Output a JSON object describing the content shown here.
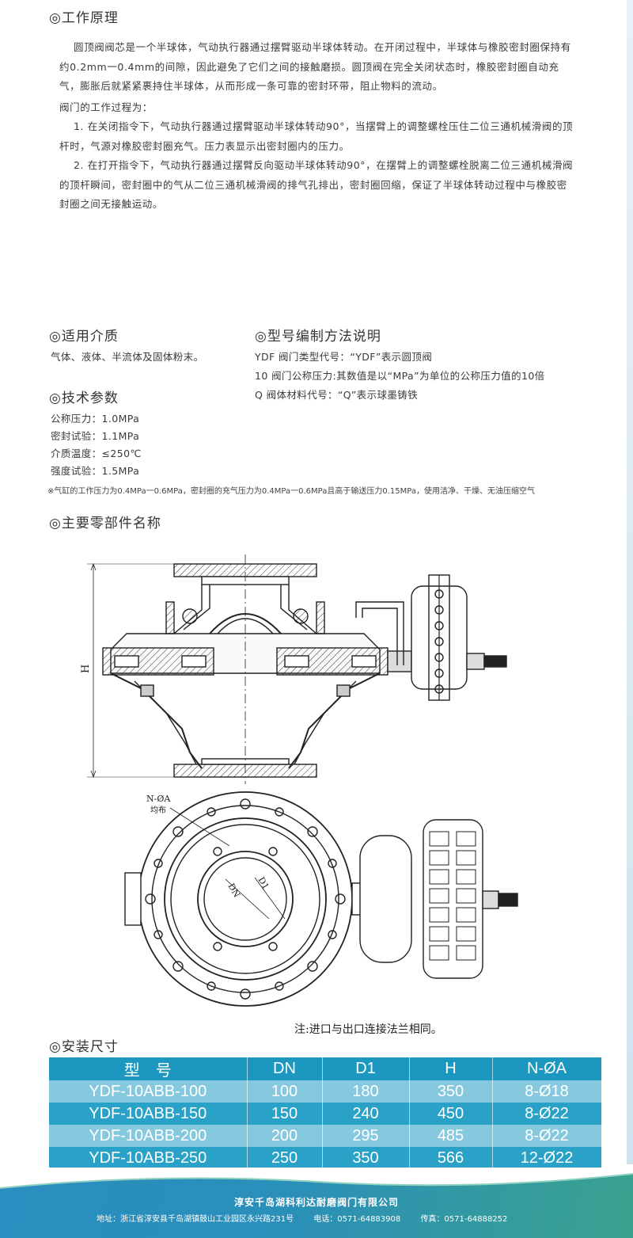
{
  "principle": {
    "title": "◎工作原理",
    "p1": "圆顶阀阀芯是一个半球体，气动执行器通过摆臂驱动半球体转动。在开闭过程中，半球体与橡胶密封圈保持有约0.2mm一0.4mm的间隙，因此避免了它们之间的接触磨损。圆顶阀在完全关闭状态时，橡胶密封圈自动充气，膨胀后就紧紧裹持住半球体，从而形成一条可靠的密封环带，阻止物料的流动。",
    "p2": "阀门的工作过程为：",
    "p3": "1. 在关闭指令下，气动执行器通过摆臂驱动半球体转动90°，当摆臂上的调整螺栓压住二位三通机械滑阀的顶杆时，气源对橡胶密封圈充气。压力表显示出密封圈内的压力。",
    "p4": "2. 在打开指令下，气动执行器通过摆臂反向驱动半球体转动90°，在摆臂上的调整螺栓脱离二位三通机械滑阀的顶杆瞬间，密封圈中的气从二位三通机械滑阀的排气孔排出，密封圈回缩，保证了半球体转动过程中与橡胶密封圈之间无接触运动。"
  },
  "medium": {
    "title": "◎适用介质",
    "text": "气体、液体、半流体及固体粉末。"
  },
  "model": {
    "title": "◎型号编制方法说明",
    "lines": [
      "YDF  阀门类型代号：“YDF”表示圆顶阀",
      "10    阀门公称压力:其数值是以“MPa”为单位的公称压力值的10倍",
      "Q     阀体材料代号：“Q”表示球墨铸铁"
    ]
  },
  "tech": {
    "title": "◎技术参数",
    "lines": [
      "公称压力：1.0MPa",
      "密封试验：1.1MPa",
      "介质温度：≤250℃",
      "强度试验：1.5MPa"
    ],
    "note": "※气缸的工作压力为0.4MPa一0.6MPa，密封圈的充气压力为0.4MPa一0.6MPa且高于输送压力0.15MPa，使用洁净、干燥、无油压缩空气"
  },
  "parts": {
    "title": "◎主要零部件名称",
    "label_h": "H",
    "label_n": "N-ØA",
    "label_even": "均布",
    "label_dn": "DN",
    "label_d1": "D1",
    "caption": "注:进口与出口连接法兰相同。"
  },
  "install": {
    "title": "◎安装尺寸",
    "headers": [
      "型　号",
      "DN",
      "D1",
      "H",
      "N-ØA"
    ],
    "rows": [
      [
        "YDF-10ABB-100",
        "100",
        "180",
        "350",
        "8-Ø18"
      ],
      [
        "YDF-10ABB-150",
        "150",
        "240",
        "450",
        "8-Ø22"
      ],
      [
        "YDF-10ABB-200",
        "200",
        "295",
        "485",
        "8-Ø22"
      ],
      [
        "YDF-10ABB-250",
        "250",
        "350",
        "566",
        "12-Ø22"
      ]
    ]
  },
  "footer": {
    "company": "淳安千岛湖科利达耐磨阀门有限公司",
    "address": "地址：浙江省淳安县千岛湖镇鼓山工业园区永兴路231号",
    "phone": "电话：0571-64883908",
    "fax": "传真：0571-64888252"
  },
  "colors": {
    "table_header": "#1c97bf",
    "table_light": "#86c9de",
    "table_dark": "#2aa1c6",
    "footer_blue": "#2a8ec0",
    "footer_green": "#3aa28e"
  }
}
